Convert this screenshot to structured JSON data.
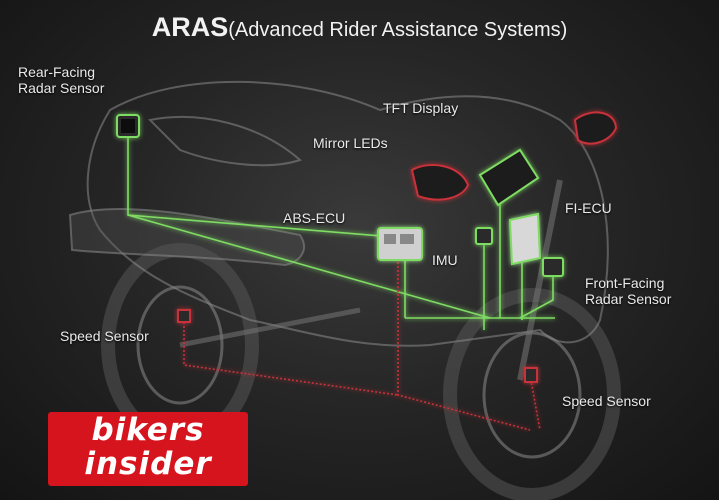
{
  "title": {
    "main": "ARAS",
    "sub": "(Advanced Rider Assistance Systems)"
  },
  "components": {
    "rear_radar": [
      "Rear-Facing",
      "Radar Sensor"
    ],
    "tft_display": "TFT Display",
    "mirror_leds": "Mirror LEDs",
    "abs_ecu": "ABS-ECU",
    "fi_ecu": "FI-ECU",
    "imu": "IMU",
    "front_radar": [
      "Front-Facing",
      "Radar Sensor"
    ],
    "speed_sensor_rear": "Speed Sensor",
    "speed_sensor_front": "Speed Sensor"
  },
  "logo": {
    "line1": "bikers",
    "line2": "insider"
  },
  "colors": {
    "background": "#1f1f1f",
    "green_link": "#7fdc63",
    "red_link": "#c8303a",
    "logo_red": "#d6141d"
  }
}
